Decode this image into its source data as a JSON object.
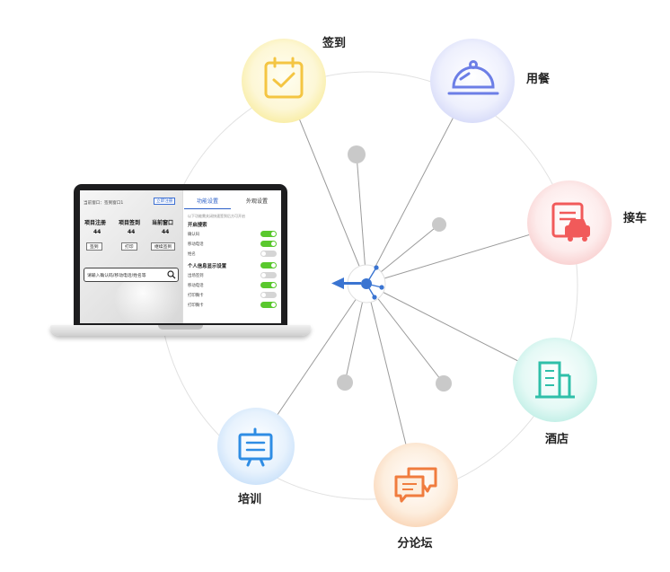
{
  "features": [
    {
      "label": "签到",
      "icon": "clipboard-check-icon"
    },
    {
      "label": "用餐",
      "icon": "serving-cloche-icon"
    },
    {
      "label": "接车",
      "icon": "car-document-icon"
    },
    {
      "label": "酒店",
      "icon": "hotel-building-icon"
    },
    {
      "label": "分论坛",
      "icon": "chat-bubbles-icon"
    },
    {
      "label": "培训",
      "icon": "presentation-board-icon"
    }
  ],
  "laptop": {
    "window_title": "当前窗口：签到窗口1",
    "login_button": "立即注册",
    "stats": [
      {
        "label": "项目注册",
        "value": "44"
      },
      {
        "label": "项目签到",
        "value": "44"
      },
      {
        "label": "当前窗口",
        "value": "44"
      }
    ],
    "buttons": [
      "签到",
      "打印",
      "继续签到"
    ],
    "search_placeholder": "请输入确认码/移动电话/姓名等",
    "tabs": [
      "功能设置",
      "外观设置"
    ],
    "hint": "以下功能需关闭快速签到后方可开启",
    "section1": {
      "title": "开启搜索",
      "items": [
        {
          "label": "确认码",
          "on": true
        },
        {
          "label": "移动电话",
          "on": true
        },
        {
          "label": "姓名",
          "on": false
        }
      ]
    },
    "section2": {
      "title": "个人信息显示设置",
      "items": [
        {
          "label": "出场签到",
          "on": false
        },
        {
          "label": "移动电话",
          "on": true
        },
        {
          "label": "打印胸卡",
          "on": false
        },
        {
          "label": "打印胸卡",
          "on": true
        }
      ]
    }
  },
  "colors": {
    "hub": "#3a74d1",
    "signin": "#f4c542",
    "dining": "#6c7ee6",
    "pickup": "#f15a5a",
    "hotel": "#2fbfa9",
    "forum": "#f07c3e",
    "training": "#2f8de4"
  }
}
